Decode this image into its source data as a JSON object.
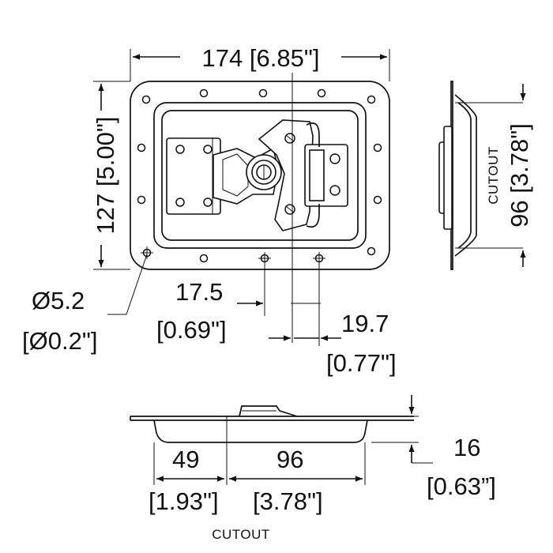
{
  "drawing": {
    "top_view": {
      "width_dim": "174 [6.85\"]",
      "height_dim": "127 [5.00\"]",
      "hole_dia": "Ø5.2",
      "hole_dia_in": "[Ø0.2\"]",
      "offset_a": "17.5",
      "offset_a_in": "[0.69\"]",
      "offset_b": "19.7",
      "offset_b_in": "[0.77\"]"
    },
    "side_view": {
      "cutout_label": "CUTOUT",
      "cutout_dim": "96 [3.78\"]"
    },
    "front_view": {
      "left_dim": "49",
      "left_dim_in": "[1.93\"]",
      "right_dim": "96",
      "right_dim_in": "[3.78\"]",
      "depth_dim": "16",
      "depth_dim_in": "[0.63”]",
      "cutout_label": "CUTOUT"
    }
  }
}
